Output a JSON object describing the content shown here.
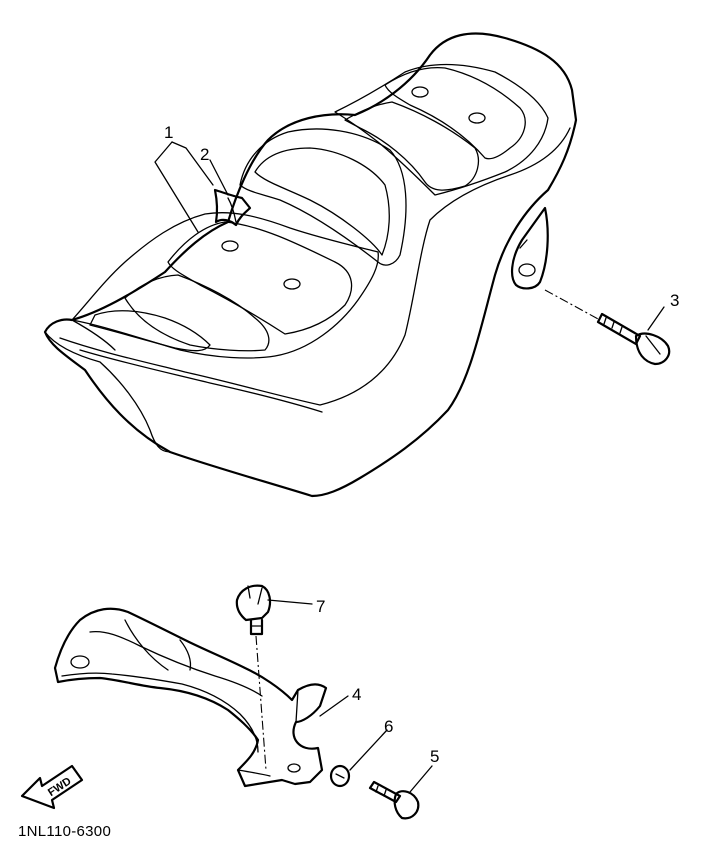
{
  "callouts": [
    {
      "label": "1"
    },
    {
      "label": "2"
    },
    {
      "label": "3"
    },
    {
      "label": "4"
    },
    {
      "label": "5"
    },
    {
      "label": "6"
    },
    {
      "label": "7"
    }
  ],
  "fwd_label": "FWD",
  "diagram_code": "1NL110-6300",
  "colors": {
    "line": "#000000",
    "background": "#ffffff"
  }
}
